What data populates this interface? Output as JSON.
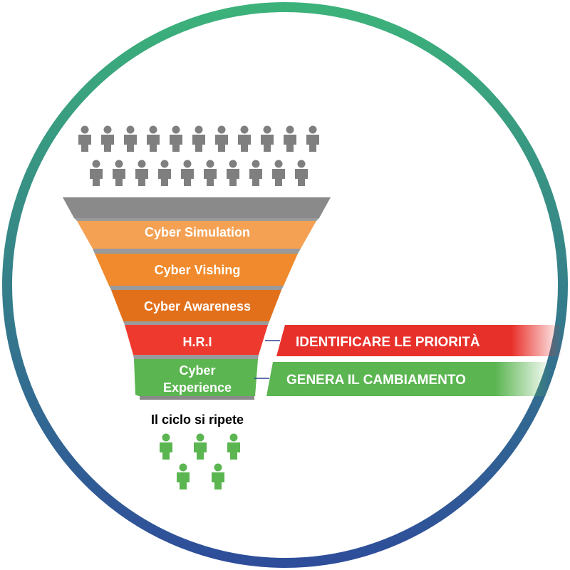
{
  "funnel": {
    "stages": [
      {
        "label": "Cyber Simulation",
        "color": "#F4A154"
      },
      {
        "label": "Cyber Vishing",
        "color": "#F08A2C"
      },
      {
        "label": "Cyber Awareness",
        "color": "#E2701A"
      },
      {
        "label": "H.R.I",
        "color": "#EE3A2E"
      },
      {
        "label_line1": "Cyber",
        "label_line2": "Experience",
        "color": "#5BB551"
      }
    ],
    "rim_color": "#8A8A8A",
    "separator_color": "#9A9A9A"
  },
  "callouts": [
    {
      "text": "IDENTIFICARE LE PRIORITÀ",
      "color": "#E8302A"
    },
    {
      "text": "GENERA IL CAMBIAMENTO",
      "color": "#5BB551"
    }
  ],
  "cycle_label": "Il ciclo si ripete",
  "icons": {
    "input_people": "person-icon",
    "input_color": "#7F7F7F",
    "output_people": "person-icon",
    "output_color": "#5BB551"
  },
  "ring": {
    "color_top": "#3CB27A",
    "color_bottom": "#2E4D9A"
  }
}
